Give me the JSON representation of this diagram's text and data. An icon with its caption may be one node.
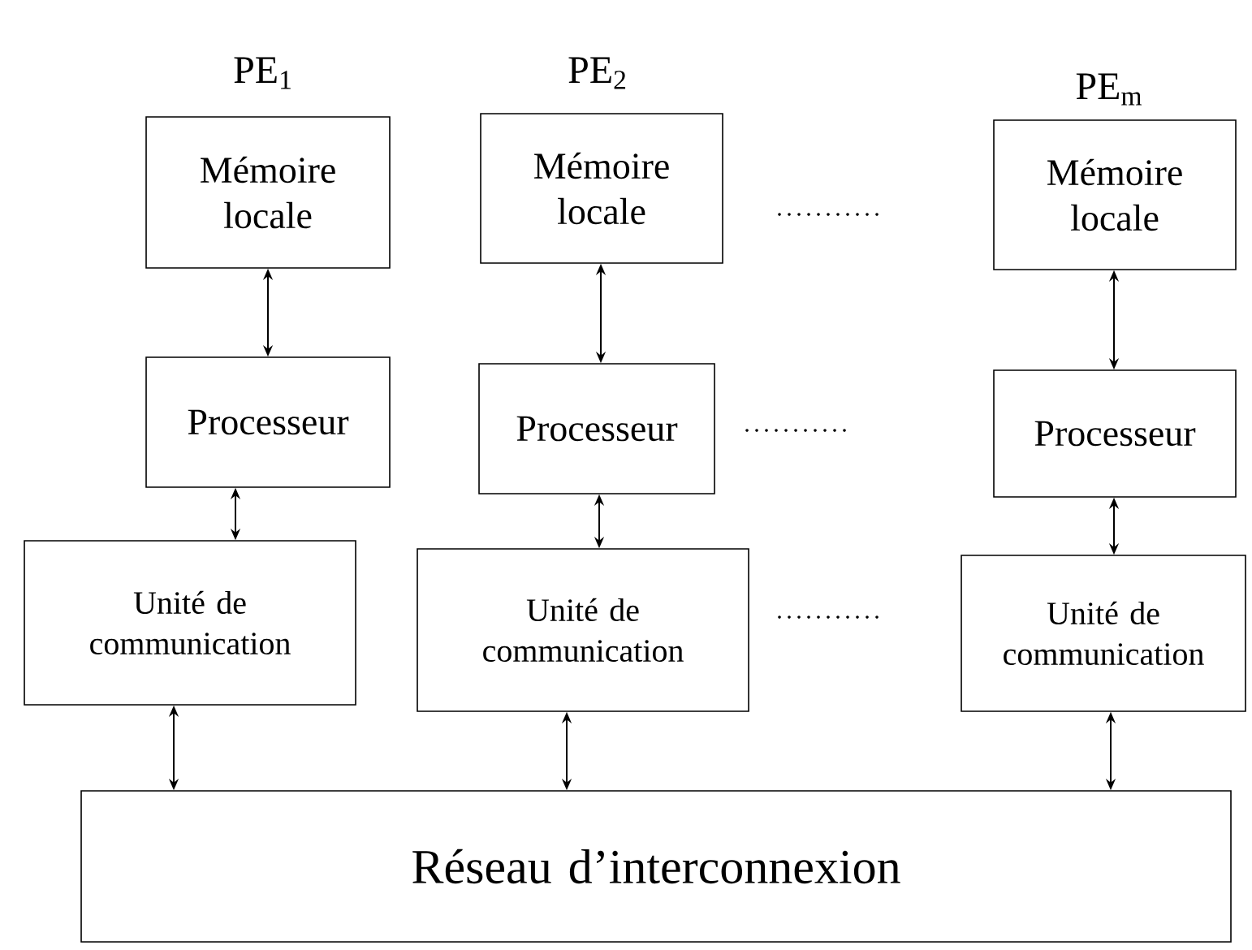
{
  "diagram": {
    "nodes": [
      {
        "text": [
          "Mémoire locale"
        ]
      },
      {
        "text": [
          "Mémoire locale"
        ]
      },
      {
        "text": [
          "Mémoire locale"
        ]
      },
      {
        "text": [
          "Processeur"
        ]
      },
      {
        "text": [
          "Processeur"
        ]
      },
      {
        "text": [
          "Processeur"
        ]
      },
      {
        "text": [
          "Unité de communication"
        ]
      },
      {
        "text": [
          "Unité de communication"
        ]
      },
      {
        "text": [
          "Unité de communication"
        ]
      },
      {
        "text": [
          "Réseau d’interconnexion"
        ]
      }
    ],
    "edges": [
      {
        "from": 0,
        "to": 3,
        "arrow": "both"
      },
      {
        "from": 1,
        "to": 4,
        "arrow": "both"
      },
      {
        "from": 2,
        "to": 5,
        "arrow": "both"
      },
      {
        "from": 3,
        "to": 6,
        "arrow": "both"
      },
      {
        "from": 4,
        "to": 7,
        "arrow": "both"
      },
      {
        "from": 5,
        "to": 8,
        "arrow": "both"
      },
      {
        "from": 6,
        "to": 9,
        "arrow": "both"
      },
      {
        "from": 7,
        "to": 9,
        "arrow": "both"
      },
      {
        "from": 8,
        "to": 9,
        "arrow": "both"
      }
    ],
    "labels": [
      "PE$_{1}$",
      "PE$_{2}$",
      "PE$_{m}$"
    ]
  }
}
